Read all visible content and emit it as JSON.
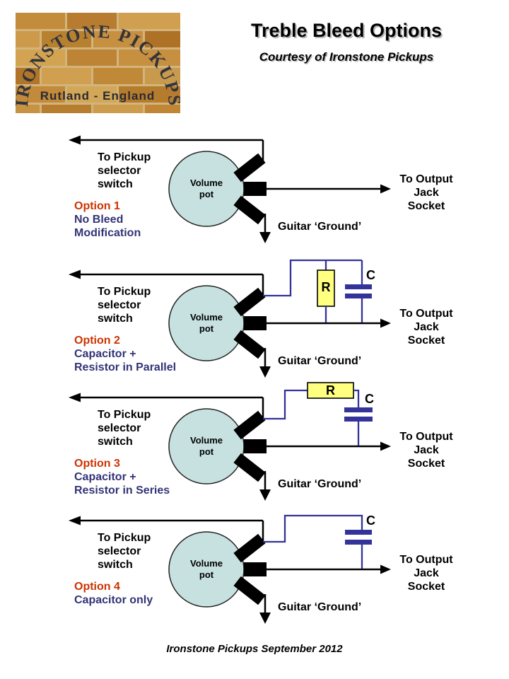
{
  "logo": {
    "arc_text": "IRONSTONE PICKUPS",
    "location": "Rutland - England"
  },
  "header": {
    "title": "Treble Bleed Options",
    "subtitle": "Courtesy of Ironstone Pickups"
  },
  "labels": {
    "pickup_selector": "To Pickup\nselector\nswitch",
    "output_jack": "To Output\nJack\nSocket",
    "ground": "Guitar ‘Ground’",
    "volume_pot": "Volume\npot",
    "resistor": "R",
    "capacitor": "C"
  },
  "options": [
    {
      "label": "Option 1",
      "description": "No Bleed\nModification"
    },
    {
      "label": "Option 2",
      "description": "Capacitor +\nResistor in Parallel"
    },
    {
      "label": "Option 3",
      "description": "Capacitor +\nResistor in Series"
    },
    {
      "label": "Option 4",
      "description": "Capacitor only"
    }
  ],
  "footer": {
    "credit": "Ironstone Pickups September 2012"
  },
  "colors": {
    "wire": "#333399",
    "resistor_fill": "#FFFF80",
    "pot_fill": "#C6E1DF",
    "option_label": "#CC3300",
    "description": "#333377"
  }
}
